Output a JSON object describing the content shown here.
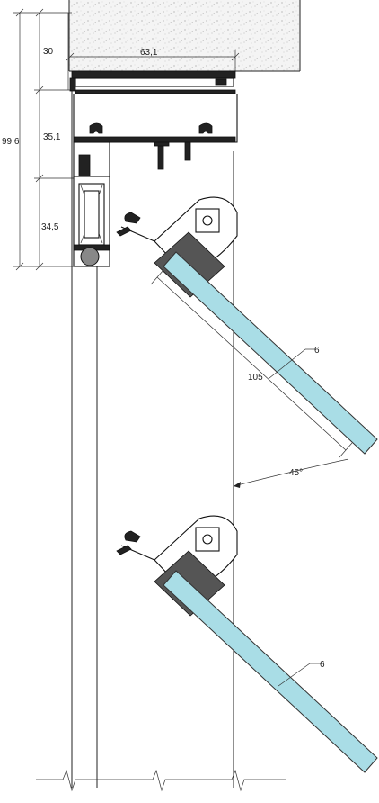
{
  "dimensions": {
    "d30": "30",
    "d63_1": "63,1",
    "d35_1": "35,1",
    "d99_6": "99,6",
    "d34_5": "34,5",
    "d105": "105",
    "d6_top": "6",
    "d6_bottom": "6",
    "angle": "45°"
  },
  "colors": {
    "glass": "#a9dde6",
    "concrete": "#f3f3f3",
    "profile_dark": "#222222",
    "line": "#222222"
  }
}
